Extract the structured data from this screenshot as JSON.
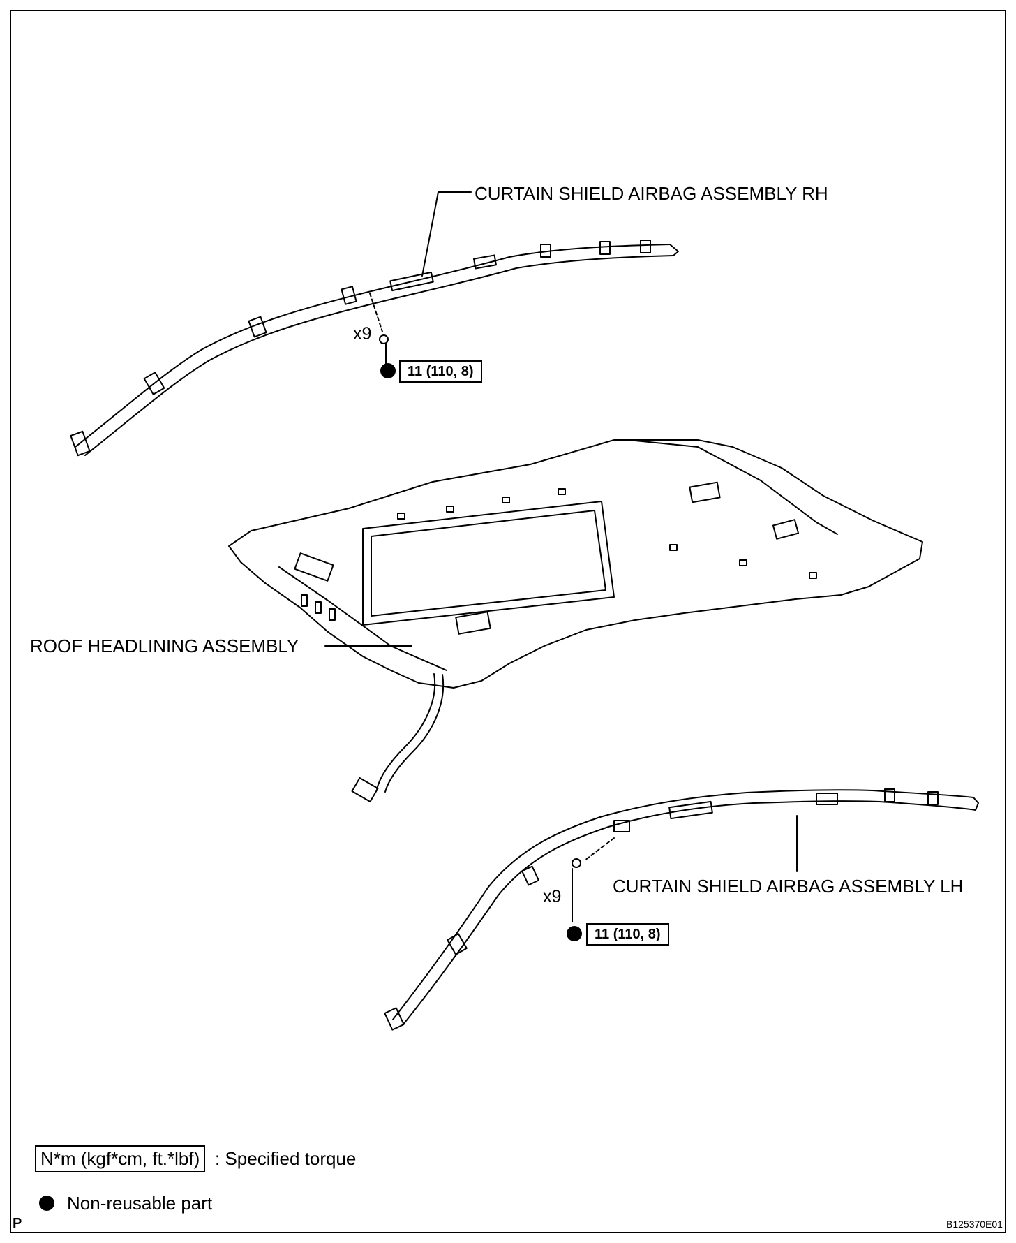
{
  "labels": {
    "airbag_rh": "CURTAIN SHIELD AIRBAG ASSEMBLY RH",
    "airbag_lh": "CURTAIN SHIELD AIRBAG ASSEMBLY LH",
    "headlining": "ROOF HEADLINING ASSEMBLY"
  },
  "fasteners": {
    "rh": {
      "count": "x9",
      "torque": "11 (110, 8)"
    },
    "lh": {
      "count": "x9",
      "torque": "11 (110, 8)"
    }
  },
  "legend": {
    "torque_box": "N*m (kgf*cm, ft.*lbf)",
    "torque_text": ": Specified torque",
    "nonreusable_text": "Non-reusable part"
  },
  "footer": {
    "corner_letter": "P",
    "figure_id": "B125370E01"
  }
}
